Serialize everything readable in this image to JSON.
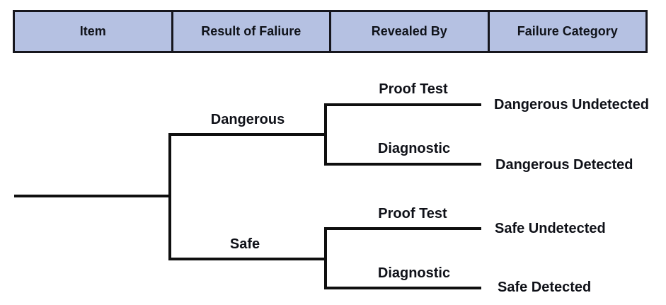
{
  "header": {
    "columns": [
      "Item",
      "Result of Faliure",
      "Revealed By",
      "Failure Category"
    ]
  },
  "tree": {
    "result_of_failure": {
      "dangerous": "Dangerous",
      "safe": "Safe"
    },
    "revealed_by": {
      "proof_test": "Proof Test",
      "diagnostic": "Diagnostic"
    },
    "failure_categories": {
      "dangerous_undetected": "Dangerous Undetected",
      "dangerous_detected": "Dangerous Detected",
      "safe_undetected": "Safe Undetected",
      "safe_detected": "Safe Detected"
    }
  },
  "colors": {
    "header_fill": "#b5c1e2",
    "header_border": "#16161d",
    "line": "#0f0f0f",
    "text": "#10131a",
    "background": "#ffffff"
  }
}
